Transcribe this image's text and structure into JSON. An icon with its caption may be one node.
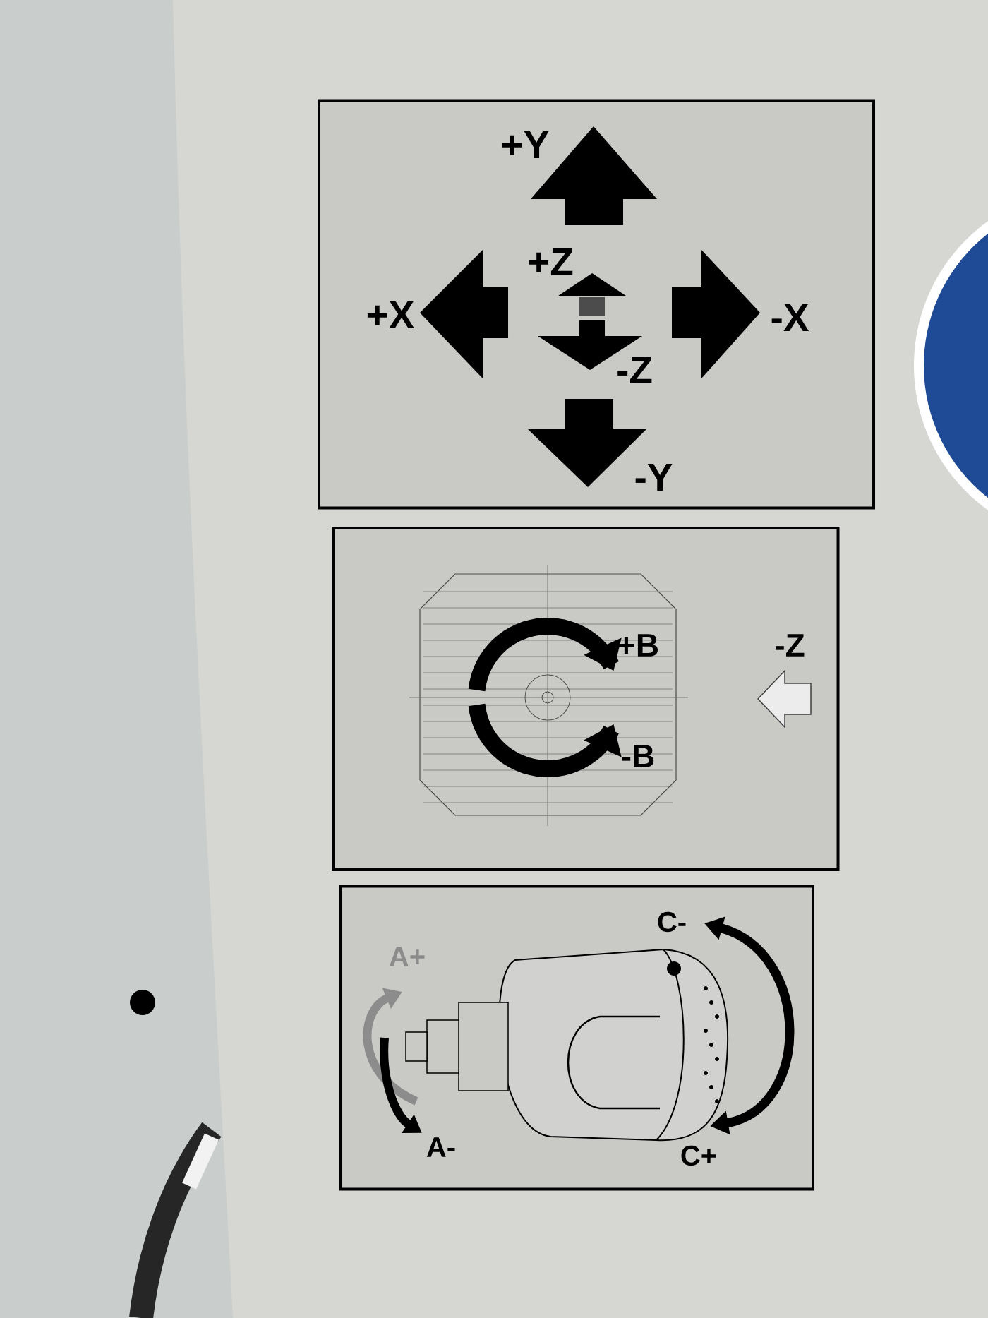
{
  "diagram": {
    "nodes": [
      {
        "text": [
          "+Y",
          "+Z",
          "+X",
          "-X",
          "-Z",
          "-Y"
        ]
      },
      {
        "text": [
          "+B",
          "-B",
          "-Z"
        ]
      },
      {
        "text": [
          "A+",
          "A-",
          "C-",
          "C+"
        ]
      }
    ]
  }
}
